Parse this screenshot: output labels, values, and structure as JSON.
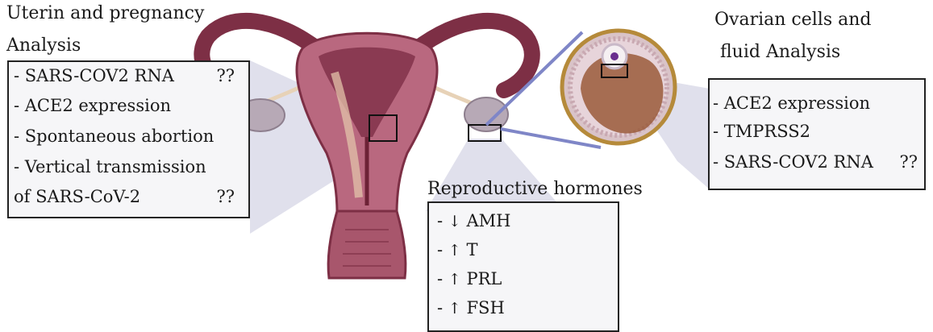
{
  "uterine": {
    "title_line1": "Uterin and pregnancy",
    "title_line2": "Analysis",
    "items": [
      {
        "text": "- SARS-COV2  RNA",
        "mark": "??"
      },
      {
        "text": "- ACE2 expression",
        "mark": ""
      },
      {
        "text": "- Spontaneous abortion",
        "mark": ""
      },
      {
        "text": "- Vertical transmission",
        "mark": ""
      },
      {
        "text": "of SARS-CoV-2",
        "mark": "??"
      }
    ]
  },
  "ovarian": {
    "title_line1": "Ovarian cells  and",
    "title_line2": "fluid Analysis",
    "items": [
      {
        "text": "- ACE2 expression",
        "mark": ""
      },
      {
        "text": "-  TMPRSS2",
        "mark": ""
      },
      {
        "text": "- SARS-COV2  RNA",
        "mark": "??"
      }
    ]
  },
  "hormones": {
    "title": "Reproductive hormones",
    "items": [
      {
        "dash": "-",
        "arrow": "↓",
        "label": "AMH"
      },
      {
        "dash": "-",
        "arrow": "↑",
        "label": "T"
      },
      {
        "dash": "-",
        "arrow": "↑",
        "label": "PRL"
      },
      {
        "dash": "-",
        "arrow": "↑",
        "label": "FSH"
      }
    ]
  },
  "colors": {
    "uterus_outer": "#b9687f",
    "uterus_inner": "#8a3a52",
    "tube": "#7d2f45",
    "ovary": "#b7a9b6",
    "follicle_shell": "#d9c3c8",
    "follicle_core": "#9a5b3a",
    "callout_shade": "#c7c6dc",
    "link_line": "#7f86c7"
  }
}
